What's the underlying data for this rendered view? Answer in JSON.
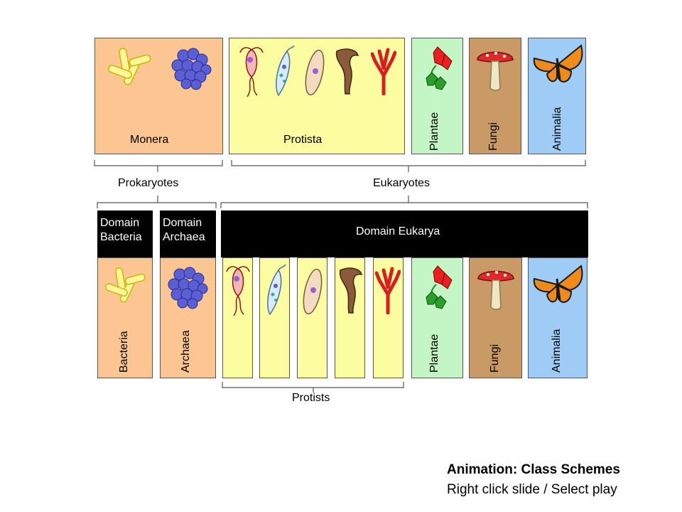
{
  "top_row": {
    "monera": "Monera",
    "protista": "Protista",
    "plantae": "Plantae",
    "fungi": "Fungi",
    "animalia": "Animalia"
  },
  "groups": {
    "prokaryotes": "Prokaryotes",
    "eukaryotes": "Eukaryotes"
  },
  "domains": {
    "bacteria": "Domain\nBacteria",
    "archaea": "Domain\nArchaea",
    "eukarya": "Domain Eukarya"
  },
  "bottom_row": {
    "bacteria": "Bacteria",
    "archaea": "Archaea",
    "plantae": "Plantae",
    "fungi": "Fungi",
    "animalia": "Animalia",
    "protists": "Protists"
  },
  "caption": {
    "title": "Animation: Class Schemes",
    "subtitle": "Right click slide / Select play"
  },
  "colors": {
    "monera": "#fbc692",
    "protista": "#fcfca0",
    "plantae": "#c4f5c4",
    "fungi": "#c99a66",
    "animalia": "#9fccf7"
  }
}
